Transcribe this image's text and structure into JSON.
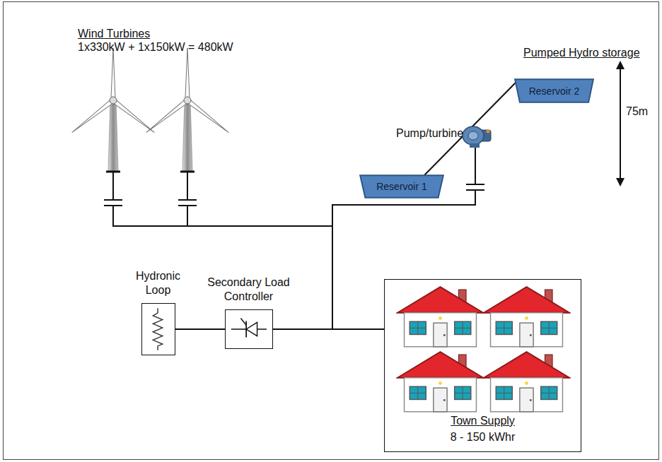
{
  "diagram": {
    "nodes": [
      {
        "text": [
          "Reservoir 2"
        ]
      },
      {
        "text": [
          "Reservoir 1"
        ]
      },
      {
        "text": [
          "Hydronic Loop"
        ]
      },
      {
        "text": [
          "Secondary Load Controller"
        ]
      },
      {
        "text": [
          "Town Supply",
          "8 - 150 kWhr"
        ]
      }
    ],
    "edges": [
      {
        "from": 1,
        "to": 0,
        "arrow": "none"
      },
      {
        "from": 2,
        "to": 3,
        "arrow": "none"
      },
      {
        "from": 3,
        "to": 4,
        "arrow": "none"
      }
    ],
    "labels": [
      "Wind Turbines",
      "1x330kW + 1x150kW = 480kW",
      "Pumped Hydro storage",
      "Pump/turbine",
      "75m"
    ]
  }
}
